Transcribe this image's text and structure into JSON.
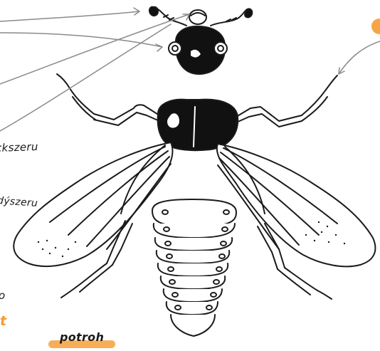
{
  "labels": {
    "chest": "ckszeru",
    "leg": "dýszeru",
    "fragment_o": "o",
    "fragment_t": "t",
    "abdomen": "potroh"
  },
  "colors": {
    "ink": "#1a1a1a",
    "highlight": "#f6a545",
    "arrow": "#8a8a8a"
  }
}
